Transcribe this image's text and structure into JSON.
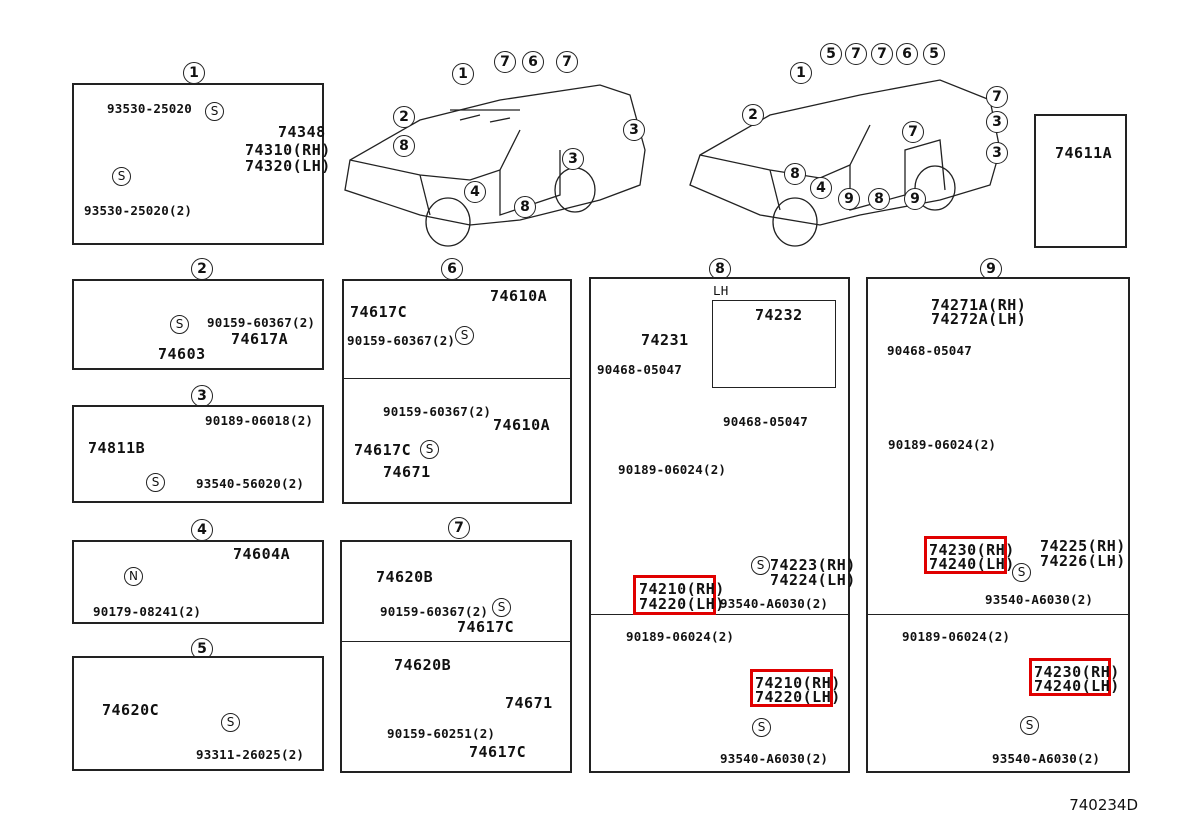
{
  "diagram_id": "740234D",
  "accent_color": "#e00000",
  "overview": {
    "left_vehicle_callouts": [
      "1",
      "7",
      "6",
      "7",
      "2",
      "8",
      "3",
      "3",
      "4",
      "8"
    ],
    "right_vehicle_callouts": [
      "5",
      "7",
      "7",
      "6",
      "5",
      "1",
      "2",
      "7",
      "3",
      "7",
      "3",
      "8",
      "4",
      "9",
      "8",
      "9"
    ]
  },
  "sections": {
    "s1": {
      "id": "1",
      "parts": {
        "screw_top": "93530-25020",
        "screw_bottom": "93530-25020(2)",
        "holder": "74348",
        "visor_rh": "74310(RH)",
        "visor_lh": "74320(LH)"
      },
      "fastener": "S"
    },
    "s2": {
      "id": "2",
      "parts": {
        "screw": "90159-60367(2)",
        "cover": "74617A",
        "grip": "74603"
      },
      "fastener": "S"
    },
    "s3": {
      "id": "3",
      "parts": {
        "clip": "90189-06018(2)",
        "grip": "74811B",
        "screw": "93540-56020(2)"
      },
      "fastener": "S"
    },
    "s4": {
      "id": "4",
      "parts": {
        "grip": "74604A",
        "nut": "90179-08241(2)"
      },
      "fastener": "N"
    },
    "s5": {
      "id": "5",
      "parts": {
        "grip": "74620C",
        "screw": "93311-26025(2)"
      },
      "fastener": "S"
    },
    "s6": {
      "id": "6",
      "top": {
        "cover": "74617C",
        "screw": "90159-60367(2)",
        "grip": "74610A"
      },
      "bottom": {
        "screw": "90159-60367(2)",
        "cover": "74617C",
        "bracket": "74671",
        "grip": "74610A"
      },
      "fastener": "S"
    },
    "s7": {
      "id": "7",
      "top": {
        "grip": "74620B",
        "screw": "90159-60367(2)",
        "cover": "74617C"
      },
      "bottom": {
        "grip": "74620B",
        "bracket": "74671",
        "screw": "90159-60251(2)",
        "cover": "74617C"
      },
      "fastener": "S"
    },
    "s8": {
      "id": "8",
      "lh_label": "LH",
      "top": {
        "lh_panel": "74232",
        "panel": "74231",
        "clip_a": "90468-05047",
        "clip_b": "90468-05047",
        "clip_c": "90189-06024(2)",
        "cap_rh": "74223(RH)",
        "cap_lh": "74224(LH)",
        "armrest_rh": "74210(RH)",
        "armrest_lh": "74220(LH)",
        "screw": "93540-A6030(2)"
      },
      "bottom": {
        "clip": "90189-06024(2)",
        "armrest_rh": "74210(RH)",
        "armrest_lh": "74220(LH)",
        "screw": "93540-A6030(2)"
      },
      "fastener": "S"
    },
    "s9": {
      "id": "9",
      "top": {
        "panel_rh": "74271A(RH)",
        "panel_lh": "74272A(LH)",
        "clip_a": "90468-05047",
        "clip_b": "90189-06024(2)",
        "armrest_rh": "74230(RH)",
        "armrest_lh": "74240(LH)",
        "cap_rh": "74225(RH)",
        "cap_lh": "74226(LH)",
        "screw": "93540-A6030(2)"
      },
      "bottom": {
        "clip": "90189-06024(2)",
        "armrest_rh": "74230(RH)",
        "armrest_lh": "74240(LH)",
        "screw": "93540-A6030(2)"
      },
      "fastener": "S"
    },
    "s10": {
      "part": "74611A"
    }
  }
}
